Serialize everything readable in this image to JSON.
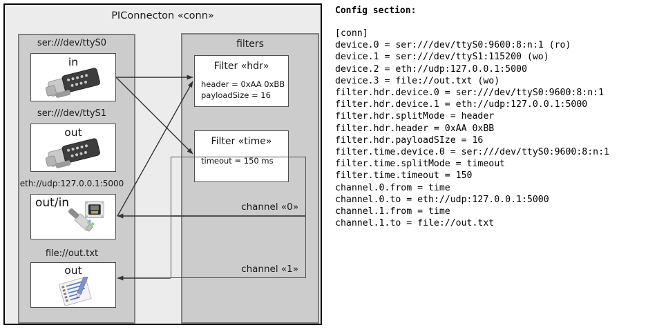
{
  "diagram": {
    "outer_title": "PIConnecton «conn»",
    "devices_panel": {
      "title": "",
      "items": [
        {
          "label": "ser:///dev/ttyS0",
          "io": "in",
          "icon": "serial-db9-icon"
        },
        {
          "label": "ser:///dev/ttyS1",
          "io": "out",
          "icon": "serial-db9-icon"
        },
        {
          "label": "eth://udp:127.0.0.1:5000",
          "io": "out/in",
          "icon": "network-jack-icon"
        },
        {
          "label": "file://out.txt",
          "io": "out",
          "icon": "text-file-pencil-icon"
        }
      ]
    },
    "filters_panel": {
      "title": "filters",
      "filters": [
        {
          "title": "Filter «hdr»",
          "props": [
            "header = 0xAA 0xBB",
            "payloadSize = 16"
          ]
        },
        {
          "title": "Filter «time»",
          "props": [
            "timeout = 150 ms"
          ]
        }
      ]
    },
    "channels": [
      {
        "label": "channel «0»"
      },
      {
        "label": "channel «1»"
      }
    ]
  },
  "config": {
    "heading": "Config section:",
    "listing": "[conn]\ndevice.0 = ser:///dev/ttyS0:9600:8:n:1 (ro)\ndevice.1 = ser:///dev/ttyS1:115200 (wo)\ndevice.2 = eth://udp:127.0.0.1:5000\ndevice.3 = file://out.txt (wo)\nfilter.hdr.device.0 = ser:///dev/ttyS0:9600:8:n:1\nfilter.hdr.device.1 = eth://udp:127.0.0.1:5000\nfilter.hdr.splitMode = header\nfilter.hdr.header = 0xAA 0xBB\nfilter.hdr.payloadSIze = 16\nfilter.time.device.0 = ser:///dev/ttyS0:9600:8:n:1\nfilter.time.splitMode = timeout\nfilter.time.timeout = 150\nchannel.0.from = time\nchannel.0.to = eth://udp:127.0.0.1:5000\nchannel.1.from = time\nchannel.1.to = file://out.txt"
  },
  "colors": {
    "page_background": "#ffffff",
    "frame_background": "#ececec",
    "panel_background": "#cccccc",
    "panel_border": "#808080",
    "box_background": "#ffffff",
    "box_border": "#4d4d4d",
    "wire": "#333333",
    "text": "#1a1a1a"
  }
}
